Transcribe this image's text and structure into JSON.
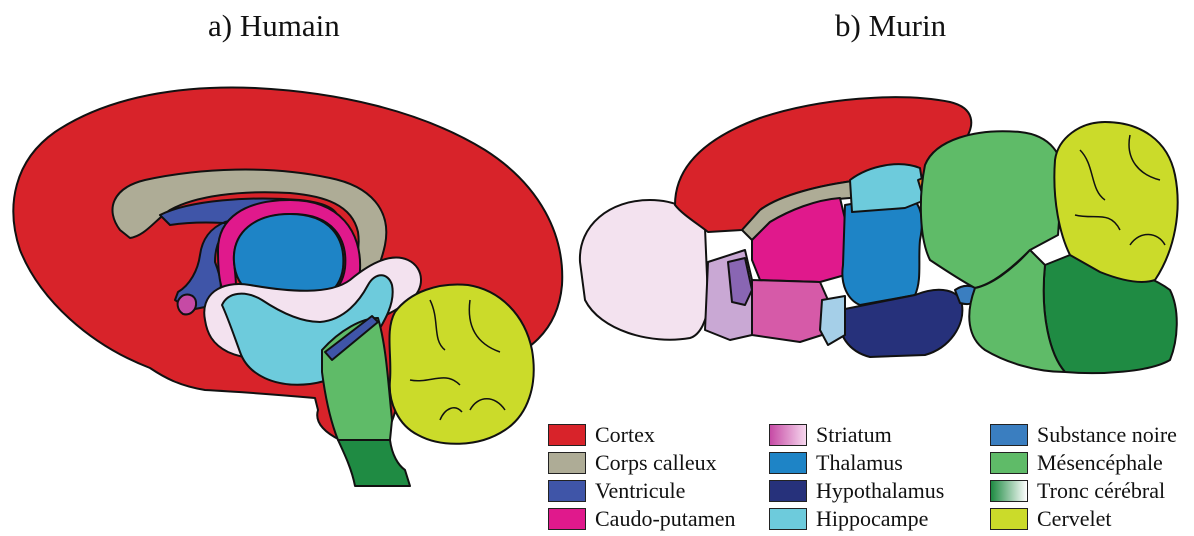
{
  "panels": {
    "human": {
      "title": "a) Humain"
    },
    "mouse": {
      "title": "b) Murin"
    }
  },
  "colors": {
    "cortex": "#d8232a",
    "corps_calleux": "#aeac96",
    "ventricule": "#3f55a8",
    "caudo_putamen": "#e0198c",
    "striatum_from": "#c64aa5",
    "striatum_to": "#f6d7ee",
    "thalamus": "#1e84c6",
    "hypothalamus": "#26317b",
    "hippocampe": "#6dcbdc",
    "substance_noire": "#3a7ec0",
    "mesencephale": "#5fbb68",
    "tronc_from": "#1f8b43",
    "tronc_to": "#ffffff",
    "cervelet": "#cbdb2a",
    "olfactory": "#f3e2ef",
    "pallidum": "#c9a8d4",
    "septum": "#8966b3",
    "orange": "#f07f23"
  },
  "legend": [
    {
      "label": "Cortex",
      "color": "#d8232a"
    },
    {
      "label": "Corps calleux",
      "color": "#aeac96"
    },
    {
      "label": "Ventricule",
      "color": "#3f55a8"
    },
    {
      "label": "Caudo-putamen",
      "color": "#e0198c"
    },
    {
      "label": "Striatum",
      "color": "gradient:striatum"
    },
    {
      "label": "Thalamus",
      "color": "#1e84c6"
    },
    {
      "label": "Hypothalamus",
      "color": "#26317b"
    },
    {
      "label": "Hippocampe",
      "color": "#6dcbdc"
    },
    {
      "label": "Substance noire",
      "color": "#3a7ec0"
    },
    {
      "label": "Mésencéphale",
      "color": "#5fbb68"
    },
    {
      "label": "Tronc cérébral",
      "color": "gradient:tronc"
    },
    {
      "label": "Cervelet",
      "color": "#cbdb2a"
    }
  ]
}
